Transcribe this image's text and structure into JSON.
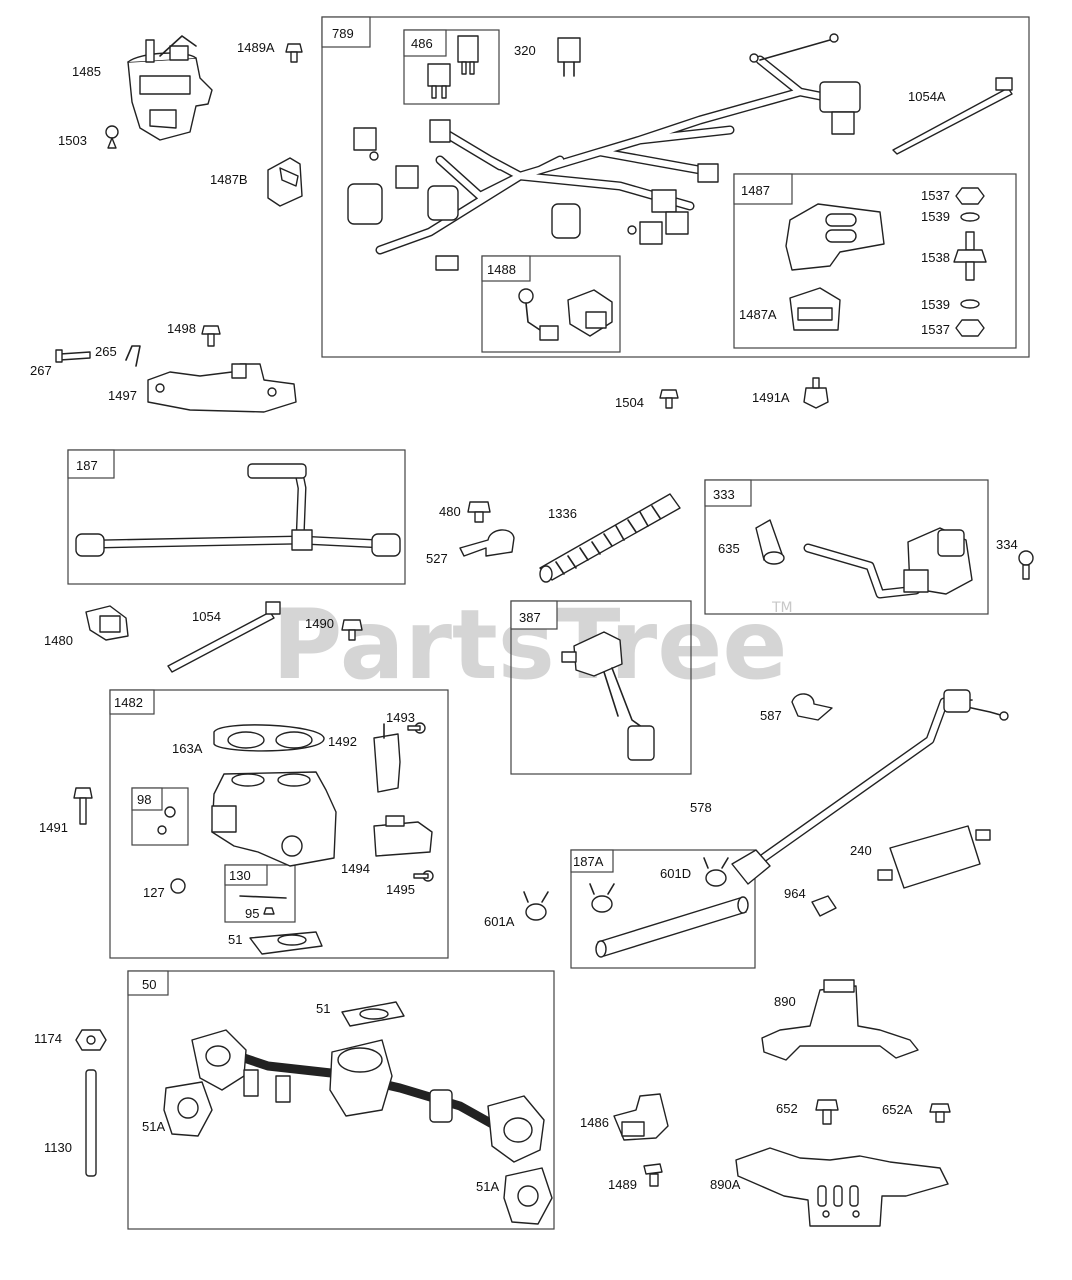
{
  "watermark": {
    "text": "PartsTree",
    "trademark": "TM"
  },
  "boxes": {
    "b789": "789",
    "b486": "486",
    "b1487": "1487",
    "b1488": "1488",
    "b187": "187",
    "b333": "333",
    "b387": "387",
    "b1482": "1482",
    "b98": "98",
    "b130": "130",
    "b187A": "187A",
    "b50": "50"
  },
  "labels": {
    "l1485": "1485",
    "l1489A": "1489A",
    "l1503": "1503",
    "l1487B": "1487B",
    "l320": "320",
    "l1054A": "1054A",
    "l1537a": "1537",
    "l1539a": "1539",
    "l1538": "1538",
    "l1487A": "1487A",
    "l1539b": "1539",
    "l1537b": "1537",
    "l1498": "1498",
    "l265": "265",
    "l267": "267",
    "l1497": "1497",
    "l1504": "1504",
    "l1491A": "1491A",
    "l480": "480",
    "l1336": "1336",
    "l527": "527",
    "l635": "635",
    "l334": "334",
    "l1480": "1480",
    "l1054": "1054",
    "l1490": "1490",
    "l163A": "163A",
    "l1492": "1492",
    "l1493": "1493",
    "l1491": "1491",
    "l1494": "1494",
    "l127": "127",
    "l95": "95",
    "l1495": "1495",
    "l51a": "51",
    "l587": "587",
    "l578": "578",
    "l601D": "601D",
    "l601A": "601A",
    "l240": "240",
    "l964": "964",
    "l890": "890",
    "l51b": "51",
    "l1174": "1174",
    "l1130": "1130",
    "l51Aa": "51A",
    "l51Ab": "51A",
    "l1486": "1486",
    "l652": "652",
    "l652A": "652A",
    "l1489": "1489",
    "l890A": "890A"
  }
}
